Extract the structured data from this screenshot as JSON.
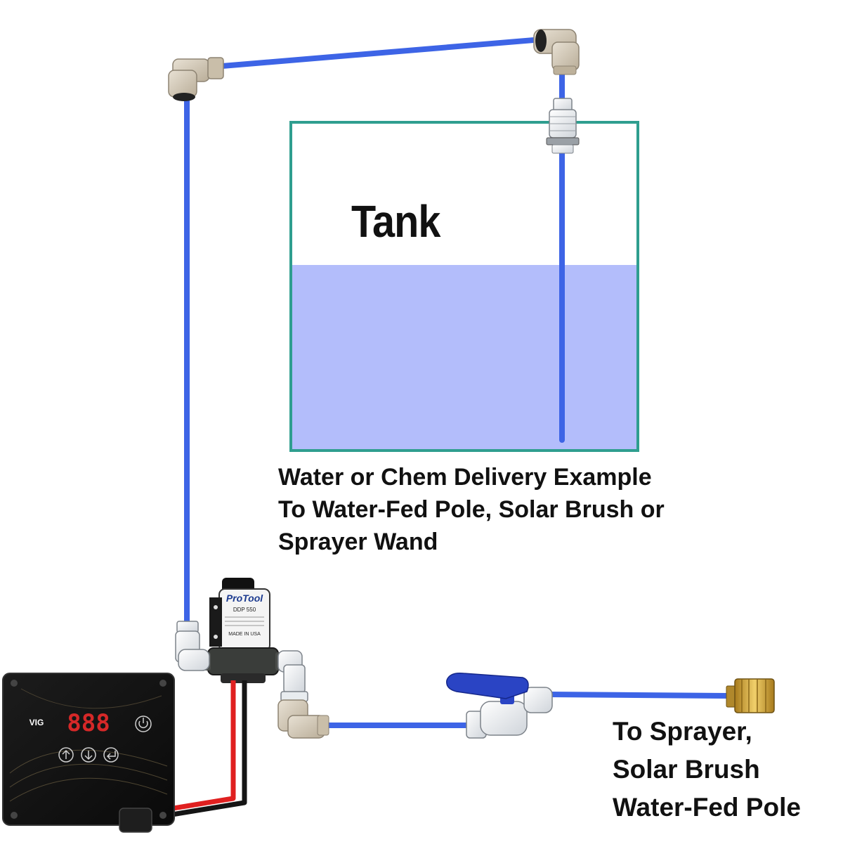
{
  "tank": {
    "label": "Tank",
    "fill_color": "#b3bdfb",
    "border_color": "#2f9e8f"
  },
  "caption": {
    "lines": [
      "Water or Chem Delivery Example",
      "To Water-Fed Pole, Solar Brush or",
      "Sprayer Wand"
    ]
  },
  "destination": {
    "lines": [
      "To Sprayer,",
      "Solar Brush",
      "Water-Fed Pole"
    ]
  },
  "pump": {
    "brand": "ProTool",
    "model": "DDP 550",
    "made_in": "MADE IN USA"
  },
  "controller": {
    "brand": "VIG",
    "display": "888"
  },
  "colors": {
    "tubing": "#3d64e6",
    "fitting": "#d2c8b8",
    "valve_handle": "#2a44c4",
    "wire_red": "#e02020",
    "wire_black": "#151515",
    "brass": "#c9a13a"
  }
}
